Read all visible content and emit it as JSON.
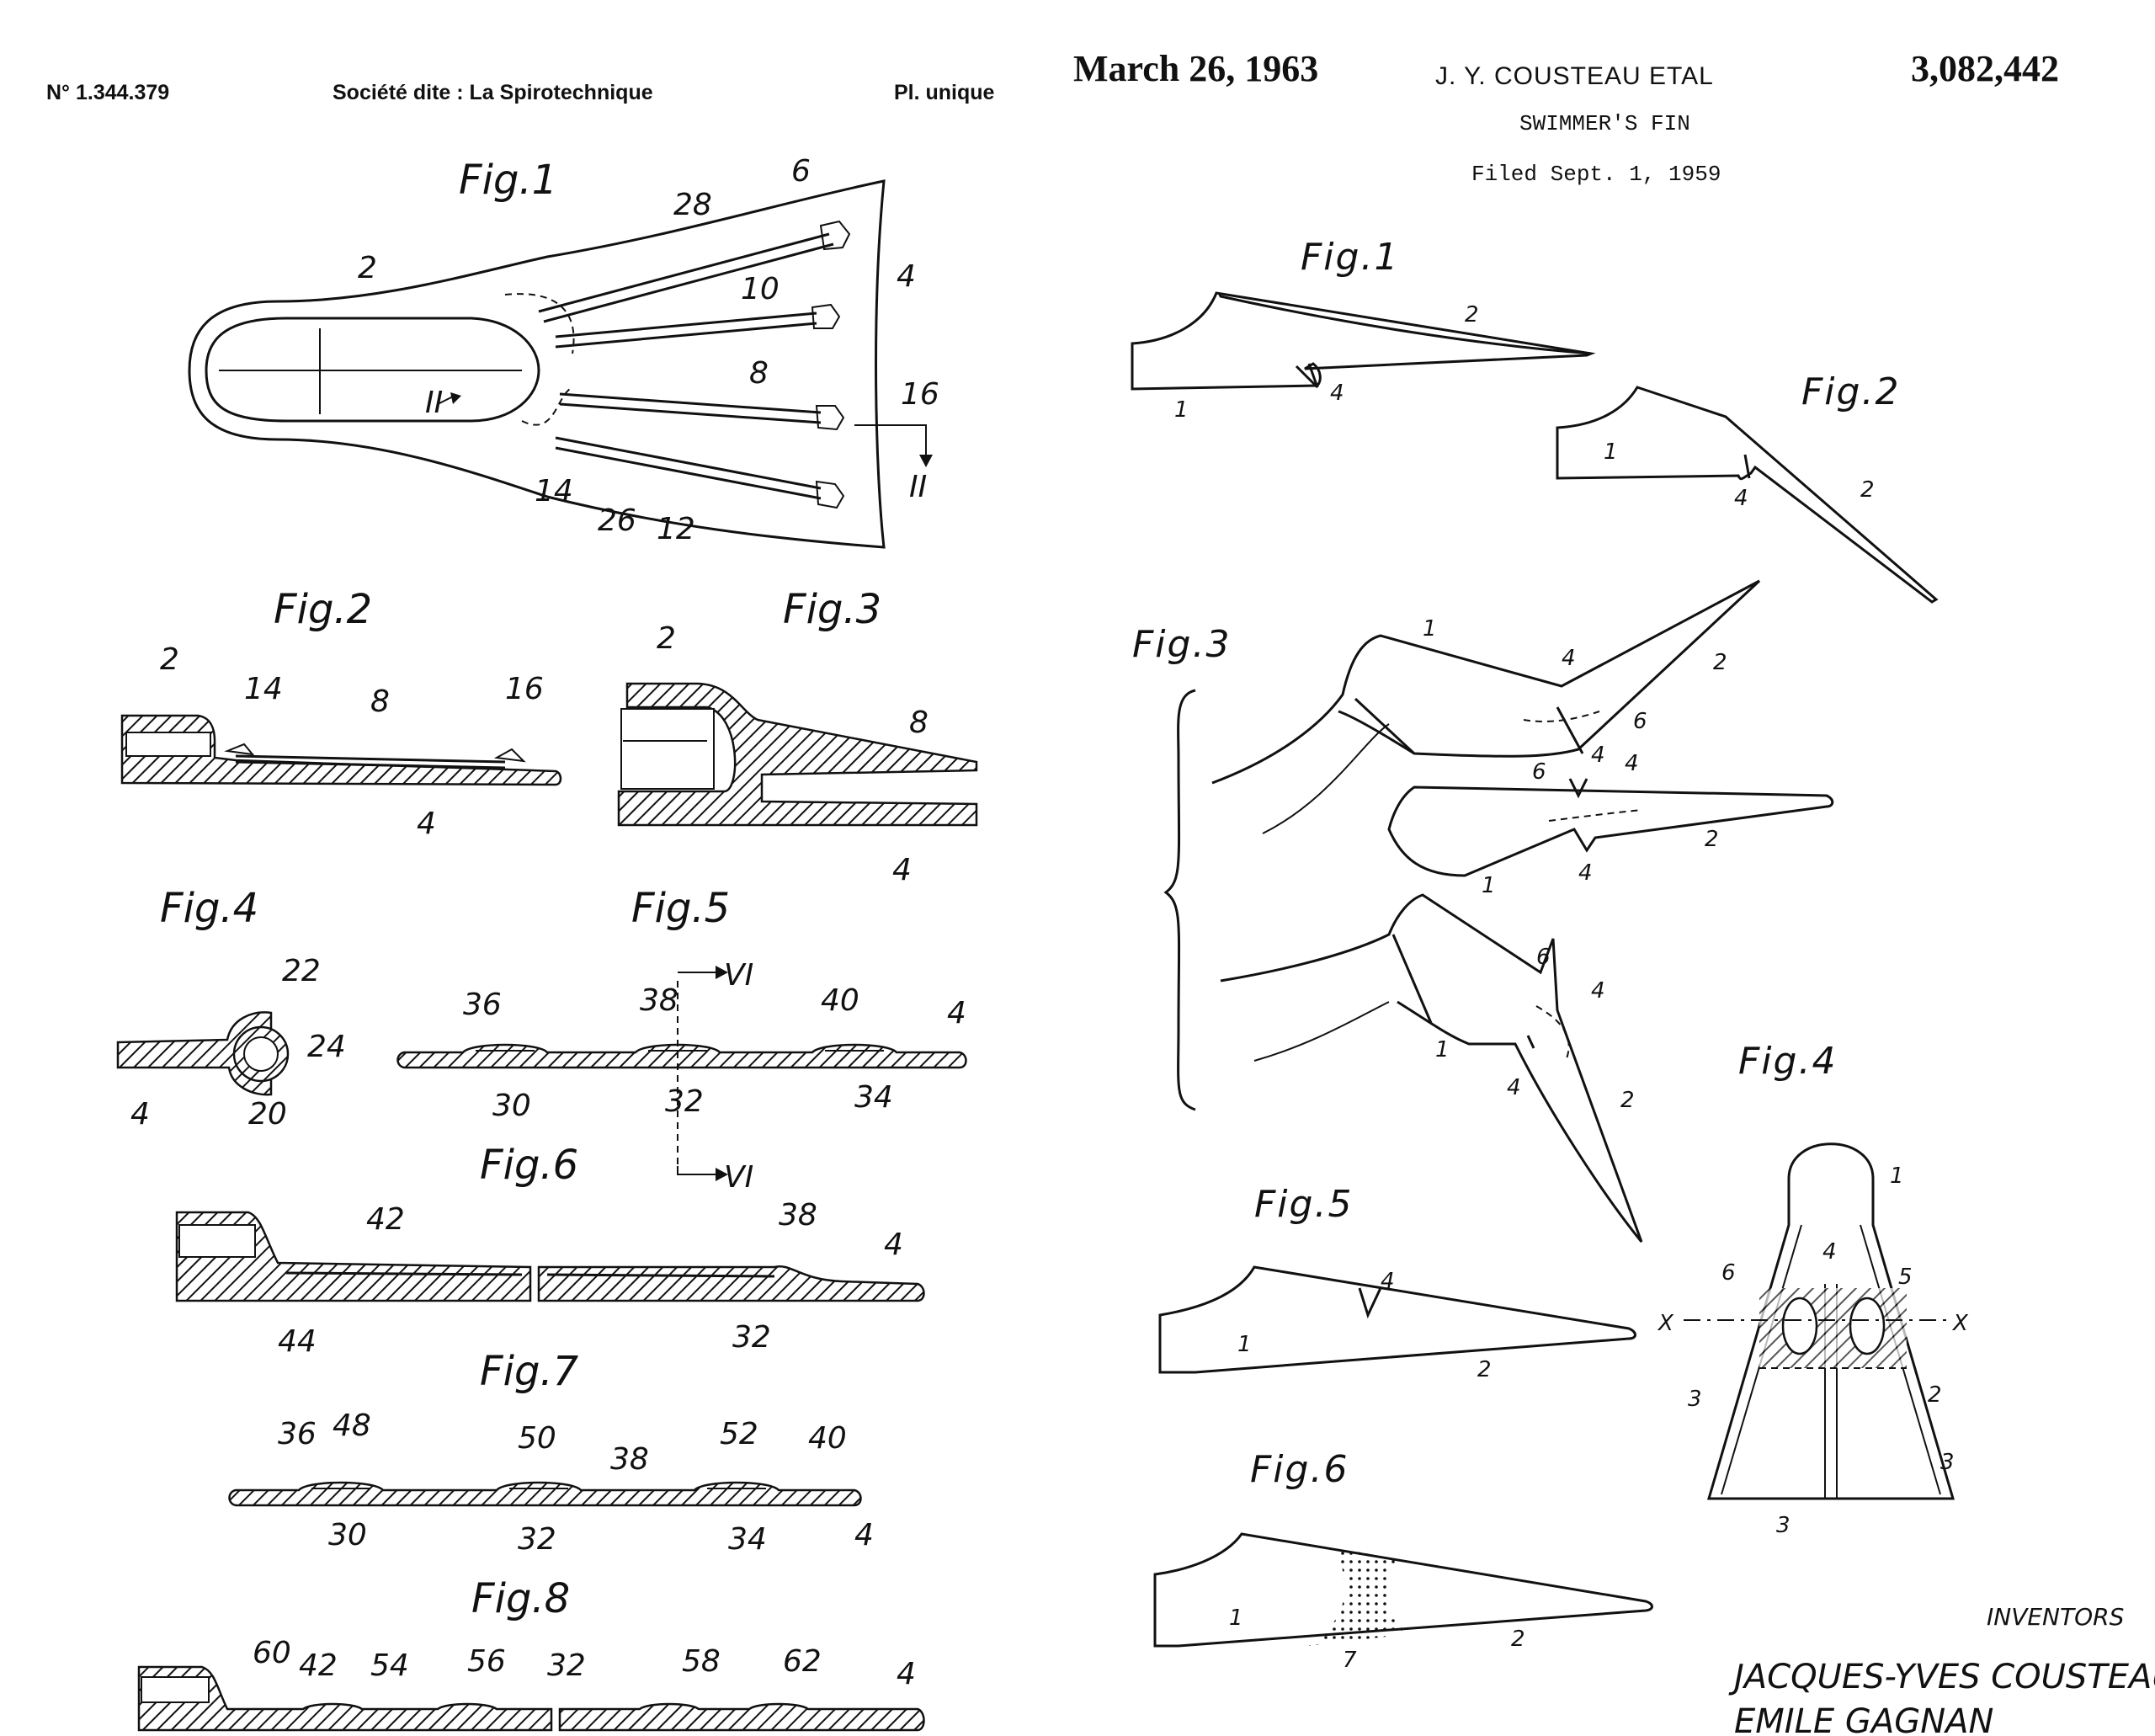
{
  "left_patent": {
    "number": "N° 1.344.379",
    "applicant": "Société dite : La Spirotechnique",
    "plate": "Pl. unique",
    "figures": [
      "Fig.1",
      "Fig.2",
      "Fig.3",
      "Fig.4",
      "Fig.5",
      "Fig.6",
      "Fig.7",
      "Fig.8"
    ],
    "fig1_refs": [
      "2",
      "28",
      "6",
      "4",
      "10",
      "8",
      "16",
      "II",
      "II",
      "14",
      "26",
      "12"
    ],
    "fig2_refs": [
      "2",
      "14",
      "8",
      "16",
      "4"
    ],
    "fig3_refs": [
      "2",
      "8",
      "4"
    ],
    "fig4_refs": [
      "22",
      "24",
      "4",
      "20"
    ],
    "fig5_refs": [
      "VI",
      "36",
      "38",
      "40",
      "4",
      "30",
      "32",
      "34",
      "VI"
    ],
    "fig6_refs": [
      "42",
      "38",
      "4",
      "44",
      "32"
    ],
    "fig7_refs": [
      "36",
      "48",
      "50",
      "38",
      "52",
      "40",
      "30",
      "32",
      "34",
      "4"
    ],
    "fig8_refs": [
      "60",
      "42",
      "54",
      "56",
      "32",
      "58",
      "62",
      "4"
    ]
  },
  "right_patent": {
    "date": "March 26, 1963",
    "inventor_header": "J. Y. COUSTEAU ETAL",
    "number": "3,082,442",
    "title": "SWIMMER'S FIN",
    "filed": "Filed Sept. 1, 1959",
    "figures": [
      "Fig.1",
      "Fig.2",
      "Fig.3",
      "Fig.4",
      "Fig.5",
      "Fig.6"
    ],
    "fig1_refs": [
      "2",
      "1",
      "4"
    ],
    "fig2_refs": [
      "1",
      "4",
      "2"
    ],
    "fig3_refs": [
      "1",
      "4",
      "2",
      "6",
      "4",
      "4",
      "6",
      "2",
      "1",
      "4",
      "6",
      "4",
      "1",
      "4",
      "2"
    ],
    "fig4_refs": [
      "1",
      "6",
      "4",
      "5",
      "X",
      "X",
      "3",
      "2",
      "3",
      "3"
    ],
    "fig5_refs": [
      "4",
      "1",
      "2"
    ],
    "fig6_refs": [
      "1",
      "7",
      "2"
    ],
    "inventors_label": "INVENTORS",
    "inventors": [
      "JACQUES-YVES COUSTEAU",
      "EMILE GAGNAN"
    ]
  }
}
